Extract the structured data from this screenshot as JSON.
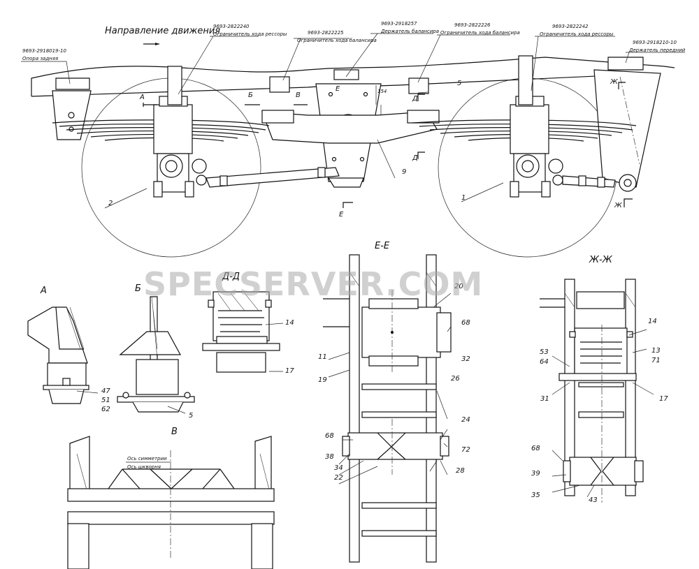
{
  "header": {
    "direction_label": "Направление движения"
  },
  "callouts": [
    {
      "code": "9693-2918019-10",
      "desc": "Опора задняя"
    },
    {
      "code": "9693-2822240",
      "desc": "Ограничитель хода рессоры"
    },
    {
      "code": "9693-2822225",
      "desc": "Ограничитель хода балансира"
    },
    {
      "code": "9693-2918257",
      "desc": "Держатель балансира"
    },
    {
      "code": "9693-2822226",
      "desc": "Ограничитель хода балансира"
    },
    {
      "code": "9693-2822242",
      "desc": "Ограничитель хода рессоры"
    },
    {
      "code": "9693-2918210-10",
      "desc": "Держатель передний"
    }
  ],
  "section_marks": {
    "a": "А",
    "b": "Б",
    "v": "В",
    "e": "Е",
    "d": "Д",
    "zh": "Ж"
  },
  "dimension": "154",
  "view_titles": {
    "a": "А",
    "b": "Б",
    "v": "В",
    "dd": "Д-Д",
    "ee": "Е-Е",
    "zhzh": "Ж-Ж"
  },
  "main_items": [
    "5",
    "9",
    "2",
    "1"
  ],
  "view_a_items": [
    "47",
    "51",
    "62"
  ],
  "view_b_items": [
    "5"
  ],
  "view_dd_items": [
    "14",
    "17"
  ],
  "view_ee_items": [
    "20",
    "68",
    "11",
    "32",
    "19",
    "26",
    "24",
    "68",
    "72",
    "38",
    "34",
    "22",
    "28"
  ],
  "view_zhzh_items": [
    "14",
    "13",
    "71",
    "53",
    "64",
    "31",
    "17",
    "68",
    "39",
    "35",
    "43"
  ],
  "view_v_axis": [
    "Ось симметрии",
    "Ось шкворня"
  ],
  "watermark": "SPECSERVER.COM"
}
